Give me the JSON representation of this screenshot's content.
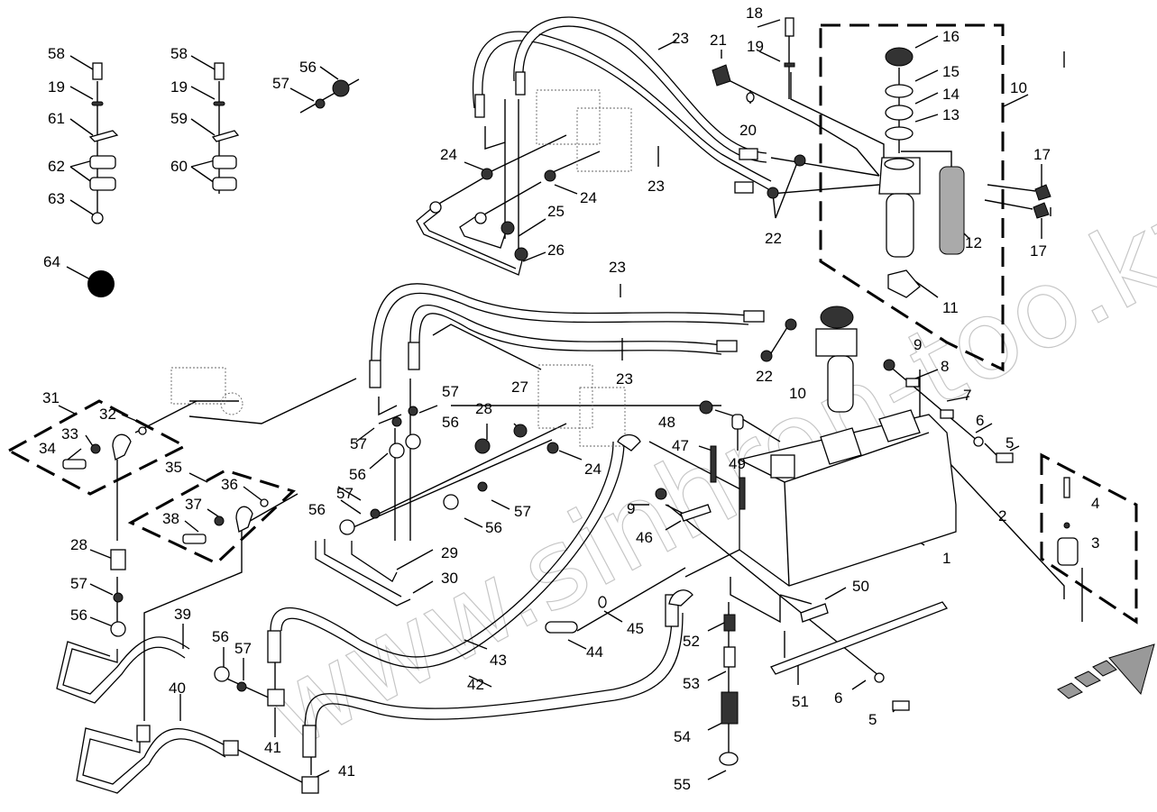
{
  "diagram": {
    "title": "Hydraulic tank and hose assembly - exploded parts view",
    "watermark": "www.sinhron-too.kz",
    "direction_arrow": "front-direction"
  },
  "callouts": [
    {
      "id": "c1",
      "num": "1"
    },
    {
      "id": "c2",
      "num": "2"
    },
    {
      "id": "c3",
      "num": "3"
    },
    {
      "id": "c4",
      "num": "4"
    },
    {
      "id": "c5a",
      "num": "5"
    },
    {
      "id": "c5b",
      "num": "5"
    },
    {
      "id": "c6a",
      "num": "6"
    },
    {
      "id": "c6b",
      "num": "6"
    },
    {
      "id": "c7",
      "num": "7"
    },
    {
      "id": "c8",
      "num": "8"
    },
    {
      "id": "c9a",
      "num": "9"
    },
    {
      "id": "c9b",
      "num": "9"
    },
    {
      "id": "c10a",
      "num": "10"
    },
    {
      "id": "c10b",
      "num": "10"
    },
    {
      "id": "c11",
      "num": "11"
    },
    {
      "id": "c12",
      "num": "12"
    },
    {
      "id": "c13",
      "num": "13"
    },
    {
      "id": "c14",
      "num": "14"
    },
    {
      "id": "c15",
      "num": "15"
    },
    {
      "id": "c16",
      "num": "16"
    },
    {
      "id": "c17a",
      "num": "17"
    },
    {
      "id": "c17b",
      "num": "17"
    },
    {
      "id": "c18",
      "num": "18"
    },
    {
      "id": "c19a",
      "num": "19"
    },
    {
      "id": "c19b",
      "num": "19"
    },
    {
      "id": "c19c",
      "num": "19"
    },
    {
      "id": "c20",
      "num": "20"
    },
    {
      "id": "c21",
      "num": "21"
    },
    {
      "id": "c22a",
      "num": "22"
    },
    {
      "id": "c22b",
      "num": "22"
    },
    {
      "id": "c23a",
      "num": "23"
    },
    {
      "id": "c23b",
      "num": "23"
    },
    {
      "id": "c23c",
      "num": "23"
    },
    {
      "id": "c23d",
      "num": "23"
    },
    {
      "id": "c24a",
      "num": "24"
    },
    {
      "id": "c24b",
      "num": "24"
    },
    {
      "id": "c24c",
      "num": "24"
    },
    {
      "id": "c25",
      "num": "25"
    },
    {
      "id": "c26",
      "num": "26"
    },
    {
      "id": "c27",
      "num": "27"
    },
    {
      "id": "c28a",
      "num": "28"
    },
    {
      "id": "c28b",
      "num": "28"
    },
    {
      "id": "c29",
      "num": "29"
    },
    {
      "id": "c30",
      "num": "30"
    },
    {
      "id": "c31",
      "num": "31"
    },
    {
      "id": "c32",
      "num": "32"
    },
    {
      "id": "c33",
      "num": "33"
    },
    {
      "id": "c34",
      "num": "34"
    },
    {
      "id": "c35",
      "num": "35"
    },
    {
      "id": "c36",
      "num": "36"
    },
    {
      "id": "c37",
      "num": "37"
    },
    {
      "id": "c38",
      "num": "38"
    },
    {
      "id": "c39",
      "num": "39"
    },
    {
      "id": "c40",
      "num": "40"
    },
    {
      "id": "c41a",
      "num": "41"
    },
    {
      "id": "c41b",
      "num": "41"
    },
    {
      "id": "c42",
      "num": "42"
    },
    {
      "id": "c43",
      "num": "43"
    },
    {
      "id": "c44",
      "num": "44"
    },
    {
      "id": "c45",
      "num": "45"
    },
    {
      "id": "c46",
      "num": "46"
    },
    {
      "id": "c47",
      "num": "47"
    },
    {
      "id": "c48",
      "num": "48"
    },
    {
      "id": "c49",
      "num": "49"
    },
    {
      "id": "c50",
      "num": "50"
    },
    {
      "id": "c51",
      "num": "51"
    },
    {
      "id": "c52",
      "num": "52"
    },
    {
      "id": "c53",
      "num": "53"
    },
    {
      "id": "c54",
      "num": "54"
    },
    {
      "id": "c55",
      "num": "55"
    },
    {
      "id": "c56a",
      "num": "56"
    },
    {
      "id": "c56b",
      "num": "56"
    },
    {
      "id": "c56c",
      "num": "56"
    },
    {
      "id": "c56d",
      "num": "56"
    },
    {
      "id": "c56e",
      "num": "56"
    },
    {
      "id": "c56f",
      "num": "56"
    },
    {
      "id": "c56g",
      "num": "56"
    },
    {
      "id": "c57a",
      "num": "57"
    },
    {
      "id": "c57b",
      "num": "57"
    },
    {
      "id": "c57c",
      "num": "57"
    },
    {
      "id": "c57d",
      "num": "57"
    },
    {
      "id": "c57e",
      "num": "57"
    },
    {
      "id": "c57f",
      "num": "57"
    },
    {
      "id": "c57g",
      "num": "57"
    },
    {
      "id": "c58a",
      "num": "58"
    },
    {
      "id": "c58b",
      "num": "58"
    },
    {
      "id": "c59",
      "num": "59"
    },
    {
      "id": "c60",
      "num": "60"
    },
    {
      "id": "c61",
      "num": "61"
    },
    {
      "id": "c62",
      "num": "62"
    },
    {
      "id": "c63",
      "num": "63"
    },
    {
      "id": "c64",
      "num": "64"
    }
  ]
}
